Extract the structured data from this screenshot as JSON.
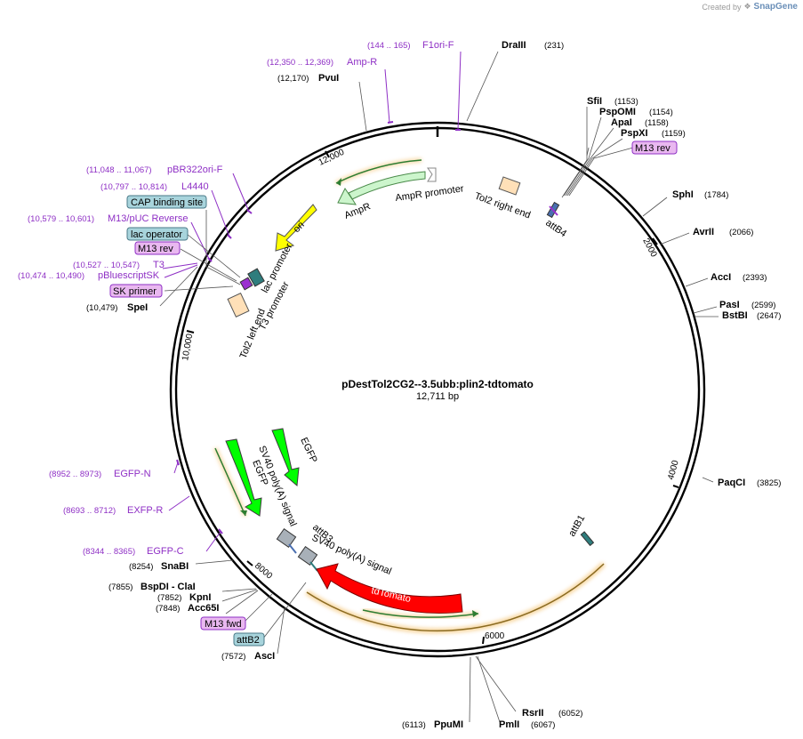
{
  "watermark": {
    "created_by": "Created by",
    "brand": "SnapGene"
  },
  "plasmid": {
    "name": "pDestTol2CG2--3.5ubb:plin2-tdtomato",
    "length_label": "12,711 bp"
  },
  "ticks": [
    "2000",
    "4000",
    "6000",
    "8000",
    "10,000",
    "12,000"
  ],
  "enzymes": [
    {
      "name": "DraIII",
      "pos": "(231)"
    },
    {
      "name": "SfiI",
      "pos": "(1153)"
    },
    {
      "name": "PspOMI",
      "pos": "(1154)"
    },
    {
      "name": "ApaI",
      "pos": "(1158)"
    },
    {
      "name": "PspXI",
      "pos": "(1159)"
    },
    {
      "name": "SphI",
      "pos": "(1784)"
    },
    {
      "name": "AvrII",
      "pos": "(2066)"
    },
    {
      "name": "AccI",
      "pos": "(2393)"
    },
    {
      "name": "PasI",
      "pos": "(2599)"
    },
    {
      "name": "BstBI",
      "pos": "(2647)"
    },
    {
      "name": "PaqCI",
      "pos": "(3825)"
    },
    {
      "name": "RsrII",
      "pos": "(6052)"
    },
    {
      "name": "PmlI",
      "pos": "(6067)"
    },
    {
      "name": "PpuMI",
      "pos": "(6113)"
    },
    {
      "name": "AscI",
      "pos": "(7572)"
    },
    {
      "name": "Acc65I",
      "pos": "(7848)"
    },
    {
      "name": "KpnI",
      "pos": "(7852)"
    },
    {
      "name": "BspDI - ClaI",
      "pos": "(7855)"
    },
    {
      "name": "SnaBI",
      "pos": "(8254)"
    },
    {
      "name": "SpeI",
      "pos": "(10,479)"
    },
    {
      "name": "PvuI",
      "pos": "(12,170)"
    }
  ],
  "primers": [
    {
      "name": "F1ori-F",
      "range": "(144 .. 165)"
    },
    {
      "name": "Amp-R",
      "range": "(12,350 .. 12,369)"
    },
    {
      "name": "pBR322ori-F",
      "range": "(11,048 .. 11,067)"
    },
    {
      "name": "L4440",
      "range": "(10,797 .. 10,814)"
    },
    {
      "name": "M13/pUC Reverse",
      "range": "(10,579 .. 10,601)"
    },
    {
      "name": "T3",
      "range": "(10,527 .. 10,547)"
    },
    {
      "name": "pBluescriptSK",
      "range": "(10,474 .. 10,490)"
    },
    {
      "name": "EGFP-N",
      "range": "(8952 .. 8973)"
    },
    {
      "name": "EXFP-R",
      "range": "(8693 .. 8712)"
    },
    {
      "name": "EGFP-C",
      "range": "(8344 .. 8365)"
    }
  ],
  "boxed_labels": {
    "m13_rev_top": "M13 rev",
    "cap": "CAP binding site",
    "lac_op": "lac operator",
    "m13_rev_left": "M13 rev",
    "sk_primer": "SK primer",
    "m13_fwd": "M13 fwd",
    "attb2": "attB2"
  },
  "features": {
    "ampr": "AmpR",
    "ampr_promoter": "AmpR promoter",
    "tol2_right": "Tol2 right end",
    "attb4": "attB4",
    "ori": "ori",
    "lac_promoter": "lac promoter",
    "t3_promoter": "T3 promoter",
    "tol2_left": "Tol2 left end",
    "egfp_inner": "EGFP",
    "sv40_1": "SV40 poly(A) signal",
    "egfp_outer": "EGFP",
    "sv40_2": "SV40 poly(A) signal",
    "attb3": "attB3",
    "tdtomato": "tdTomato",
    "attb1": "attB1"
  },
  "colors": {
    "primer": "#8e2fc5",
    "ampr": "#ccf5cc",
    "ori": "#ffff00",
    "egfp": "#00ff00",
    "tdtomato": "#ff0000",
    "tol2": "#ffe0b8",
    "att": "#a8b0b8",
    "highlight": "#f5c77a"
  }
}
